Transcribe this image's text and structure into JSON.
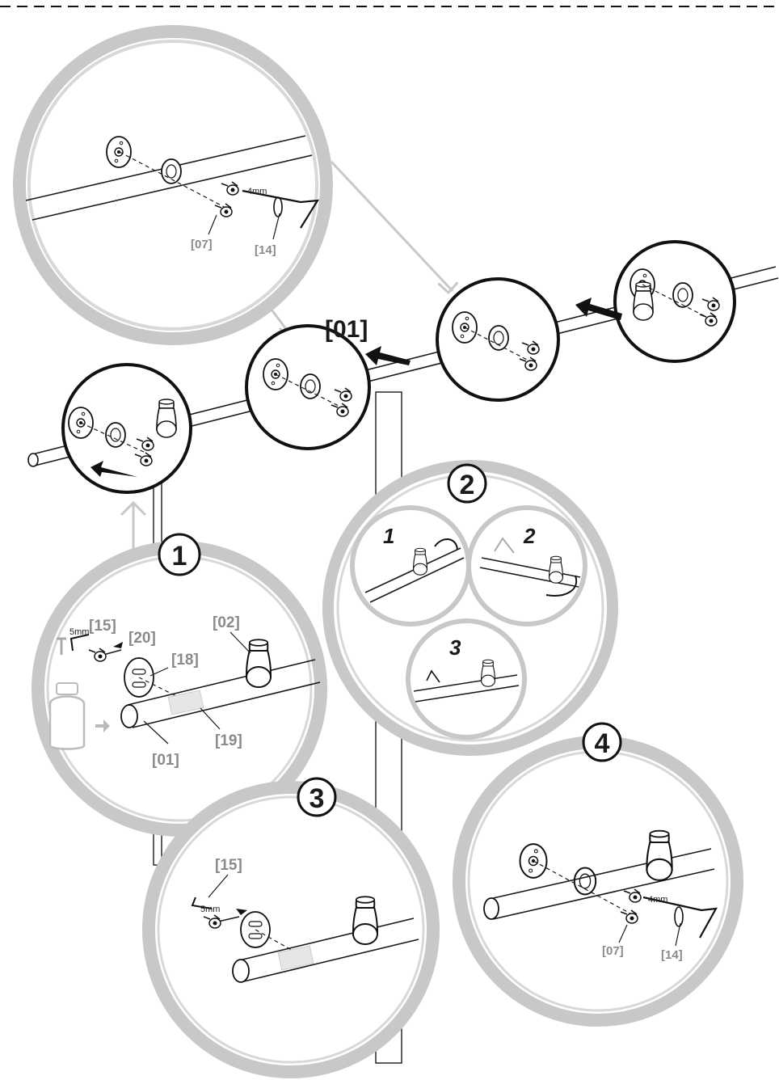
{
  "labels": {
    "rail": "[01]",
    "bracket": "[02]",
    "screw": "[07]",
    "allen_key_4": "[14]",
    "allen_key_5": "[15]",
    "plate": "[18]",
    "insert": "[19]",
    "bolt": "[20]"
  },
  "dimensions": {
    "key_small": "4mm",
    "key_large": "5mm"
  },
  "steps": {
    "step1": "1",
    "step2": "2",
    "step3": "3",
    "step4": "4"
  },
  "substeps": {
    "a": "1",
    "b": "2",
    "c": "3"
  },
  "colors": {
    "frame_gray": "#c8c8c8",
    "label_gray": "#8a8a8a",
    "ink": "#1a1a1a"
  },
  "icons": [
    "allen-key-icon",
    "screw-icon",
    "wall-plate-icon",
    "bracket-icon",
    "rotate-arrow-icon",
    "push-arrow-icon",
    "glue-bottle-icon"
  ]
}
